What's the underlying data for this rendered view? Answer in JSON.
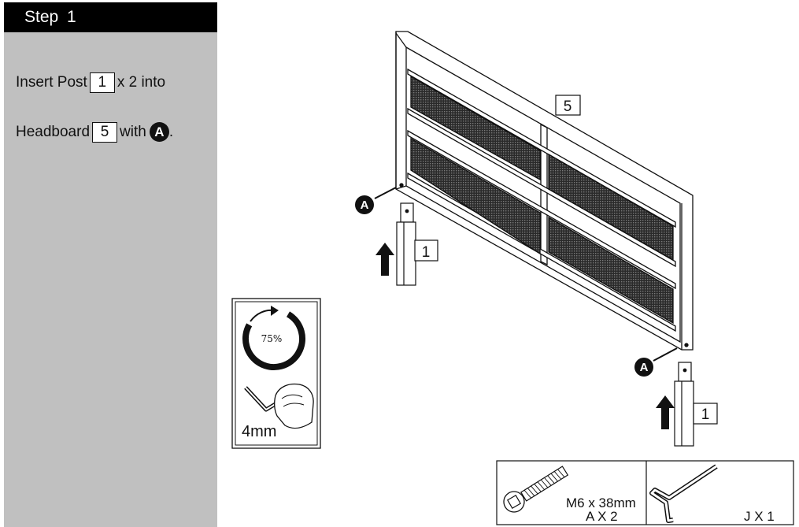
{
  "step": {
    "label": "Step",
    "number": "1"
  },
  "instructions": {
    "line1_prefix": "Insert Post",
    "part_post": "1",
    "line1_suffix": "x 2 into",
    "line2_prefix": "Headboard",
    "part_headboard": "5",
    "line2_mid": "with",
    "hardware_badge": "A",
    "line2_end": "."
  },
  "diagram": {
    "headboard_label": "5",
    "post_label_left": "1",
    "post_label_right": "1",
    "bolt_badge_left": "A",
    "bolt_badge_right": "A"
  },
  "tool_box": {
    "torque": "75%",
    "tool_size": "4mm"
  },
  "hardware": {
    "bolt_spec": "M6 x 38mm",
    "bolt_qty": "A X 2",
    "wrench_qty": "J X 1"
  },
  "colors": {
    "sidebar": "#c0c0c0",
    "header": "#000000",
    "ink": "#111111"
  }
}
